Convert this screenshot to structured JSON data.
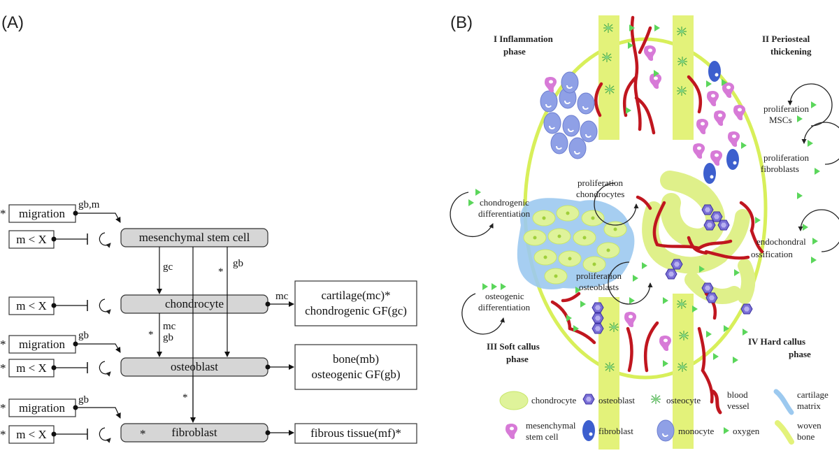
{
  "panel_a": {
    "label": "(A)",
    "cells": {
      "msc": "mesenchymal stem cell",
      "chondrocyte": "chondrocyte",
      "osteoblast": "osteoblast",
      "fibroblast": "fibroblast"
    },
    "inputs": {
      "migration": "migration",
      "m_lt_x": "m < X",
      "asterisk": "*"
    },
    "edge_labels": {
      "gbm": "gb,m",
      "gb": "gb",
      "gc": "gc",
      "mc": "mc",
      "mc_stack": "mc",
      "gb_stack": "gb"
    },
    "outputs": {
      "cartilage_l1": "cartilage(mc)*",
      "cartilage_l2": "chondrogenic GF(gc)",
      "bone_l1": "bone(mb)",
      "bone_l2": "osteogenic GF(gb)",
      "fibrous": "fibrous tissue(mf)*"
    }
  },
  "panel_b": {
    "label": "(B)",
    "phases": {
      "p1_l1": "I Inflammation",
      "p1_l2": "phase",
      "p2_l1": "II Periosteal",
      "p2_l2": "thickening",
      "p3_l1": "III Soft callus",
      "p3_l2": "phase",
      "p4_l1": "IV Hard callus",
      "p4_l2": "phase"
    },
    "processes": {
      "prolif_msc_l1": "proliferation",
      "prolif_msc_l2": "MSCs",
      "prolif_fib_l1": "proliferation",
      "prolif_fib_l2": "fibroblasts",
      "prolif_chondro_l1": "proliferation",
      "prolif_chondro_l2": "chondrocytes",
      "chondro_diff_l1": "chondrogenic",
      "chondro_diff_l2": "differentiation",
      "endo_l1": "endochondral",
      "endo_l2": "ossification",
      "prolif_osteo_l1": "proliferation",
      "prolif_osteo_l2": "osteoblasts",
      "osteo_diff_l1": "osteogenic",
      "osteo_diff_l2": "differentiation"
    },
    "legend": {
      "chondrocyte": "chondrocyte",
      "osteoblast": "osteoblast",
      "osteocyte": "osteocyte",
      "blood_l1": "blood",
      "blood_l2": "vessel",
      "cart_l1": "cartilage",
      "cart_l2": "matrix",
      "msc_l1": "mesenchymal",
      "msc_l2": "stem cell",
      "fibroblast": "fibroblast",
      "monocyte": "monocyte",
      "oxygen": "oxygen",
      "woven_l1": "woven",
      "woven_l2": "bone"
    },
    "colors": {
      "callus_outline": "#d8ef5a",
      "bone_bar": "#e3f27a",
      "chondrocyte": "#dff39a",
      "cartilage": "#9cc9ef",
      "blood": "#c0161f",
      "msc": "#d77ad7",
      "fibroblast": "#3d5fce",
      "monocyte": "#8fa0e6",
      "osteoblast": "#7a6fd6",
      "oxygen": "#5bd65b",
      "osteocyte": "#4caf50"
    }
  }
}
